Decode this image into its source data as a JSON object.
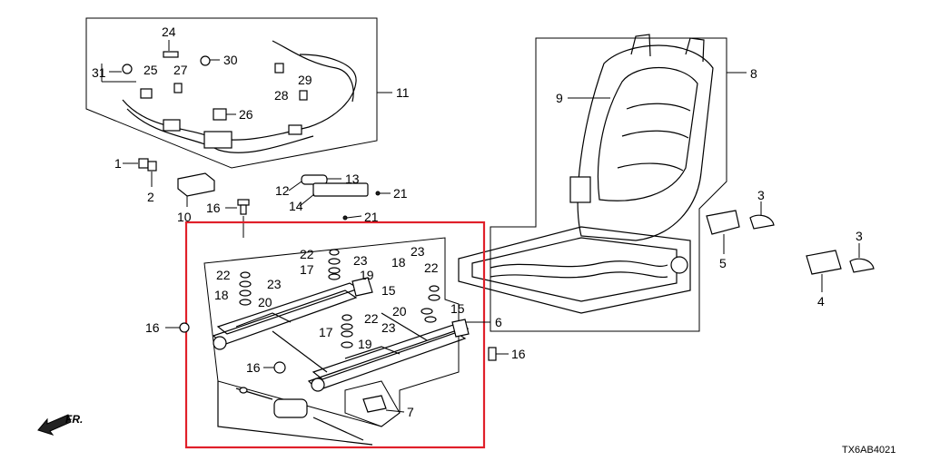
{
  "diagram_code": "TX6AB4021",
  "direction_label": "FR.",
  "highlight_color": "#e0202a",
  "callouts": {
    "c1": "1",
    "c2": "2",
    "c3a": "3",
    "c3b": "3",
    "c4": "4",
    "c5": "5",
    "c6": "6",
    "c7": "7",
    "c8": "8",
    "c9": "9",
    "c10": "10",
    "c11": "11",
    "c12": "12",
    "c13": "13",
    "c14": "14",
    "c15a": "15",
    "c15b": "15",
    "c16a": "16",
    "c16b": "16",
    "c16c": "16",
    "c16d": "16",
    "c17a": "17",
    "c17b": "17",
    "c18a": "18",
    "c18b": "18",
    "c19a": "19",
    "c19b": "19",
    "c20a": "20",
    "c20b": "20",
    "c21a": "21",
    "c21b": "21",
    "c22a": "22",
    "c22b": "22",
    "c22c": "22",
    "c22d": "22",
    "c23a": "23",
    "c23b": "23",
    "c23c": "23",
    "c23d": "23",
    "c24": "24",
    "c25": "25",
    "c26": "26",
    "c27": "27",
    "c28": "28",
    "c29": "29",
    "c30": "30",
    "c31": "31"
  }
}
